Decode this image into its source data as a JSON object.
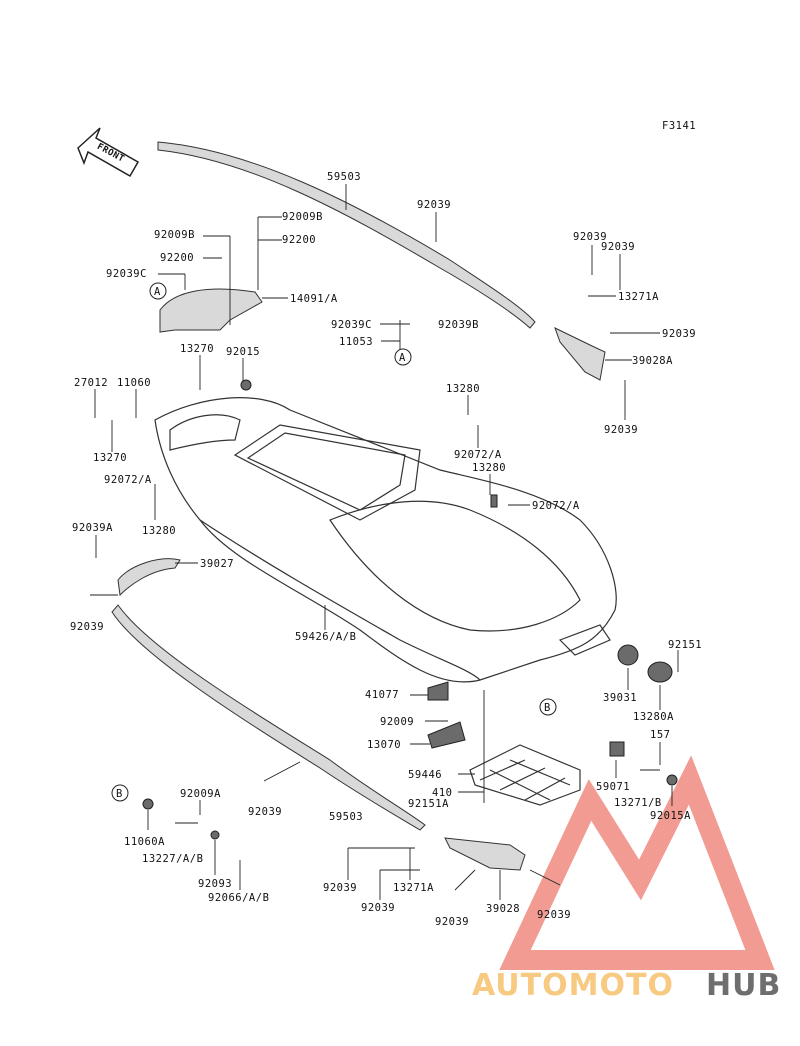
{
  "figure_code": "F3141",
  "front_label": "FRONT",
  "markers": {
    "a": "A",
    "b": "B"
  },
  "labels": {
    "p59503_top": "59503",
    "p92039_top": "92039",
    "p92009B_l": "92009B",
    "p92200_l": "92200",
    "p92039C_l": "92039C",
    "p92009B_r": "92009B",
    "p92200_r": "92200",
    "p14091A": "14091/A",
    "p92039_r1": "92039",
    "p92039_r2": "92039",
    "p13271A_top": "13271A",
    "p92039C_c": "92039C",
    "p92039B": "92039B",
    "p11053": "11053",
    "p92039_r3": "92039",
    "p39028A": "39028A",
    "p92039_r4": "92039",
    "p13270_top": "13270",
    "p92015": "92015",
    "p27012": "27012",
    "p11060": "11060",
    "p13270_l": "13270",
    "p13280_t": "13280",
    "p92072A_t": "92072/A",
    "p13280_m": "13280",
    "p92072A_r": "92072/A",
    "p92072A_l": "92072/A",
    "p13280_l": "13280",
    "p92039A": "92039A",
    "p39027": "39027",
    "p92039_l": "92039",
    "p59426": "59426/A/B",
    "p92151_r": "92151",
    "p39031": "39031",
    "p13280A": "13280A",
    "p41077": "41077",
    "p92009": "92009",
    "p13070": "13070",
    "p157": "157",
    "p59446": "59446",
    "p410": "410",
    "p92151A": "92151A",
    "p59071": "59071",
    "p13271B": "13271/B",
    "p92015A": "92015A",
    "p92009A": "92009A",
    "p11060A": "11060A",
    "p13227": "13227/A/B",
    "p92093": "92093",
    "p92066": "92066/A/B",
    "p92039_bm": "92039",
    "p59503_b": "59503",
    "p92039_b1": "92039",
    "p13271A_b": "13271A",
    "p92039_b2": "92039",
    "p92039_b3": "92039",
    "p39028": "39028",
    "p92039_b4": "92039"
  },
  "watermark": {
    "part1": "AUTOMOTO",
    "part2": "HUB"
  },
  "colors": {
    "watermark_primary": "#f08a80",
    "watermark_secondary": "#f7c06a",
    "watermark_dark": "#555555",
    "line": "#333333"
  }
}
